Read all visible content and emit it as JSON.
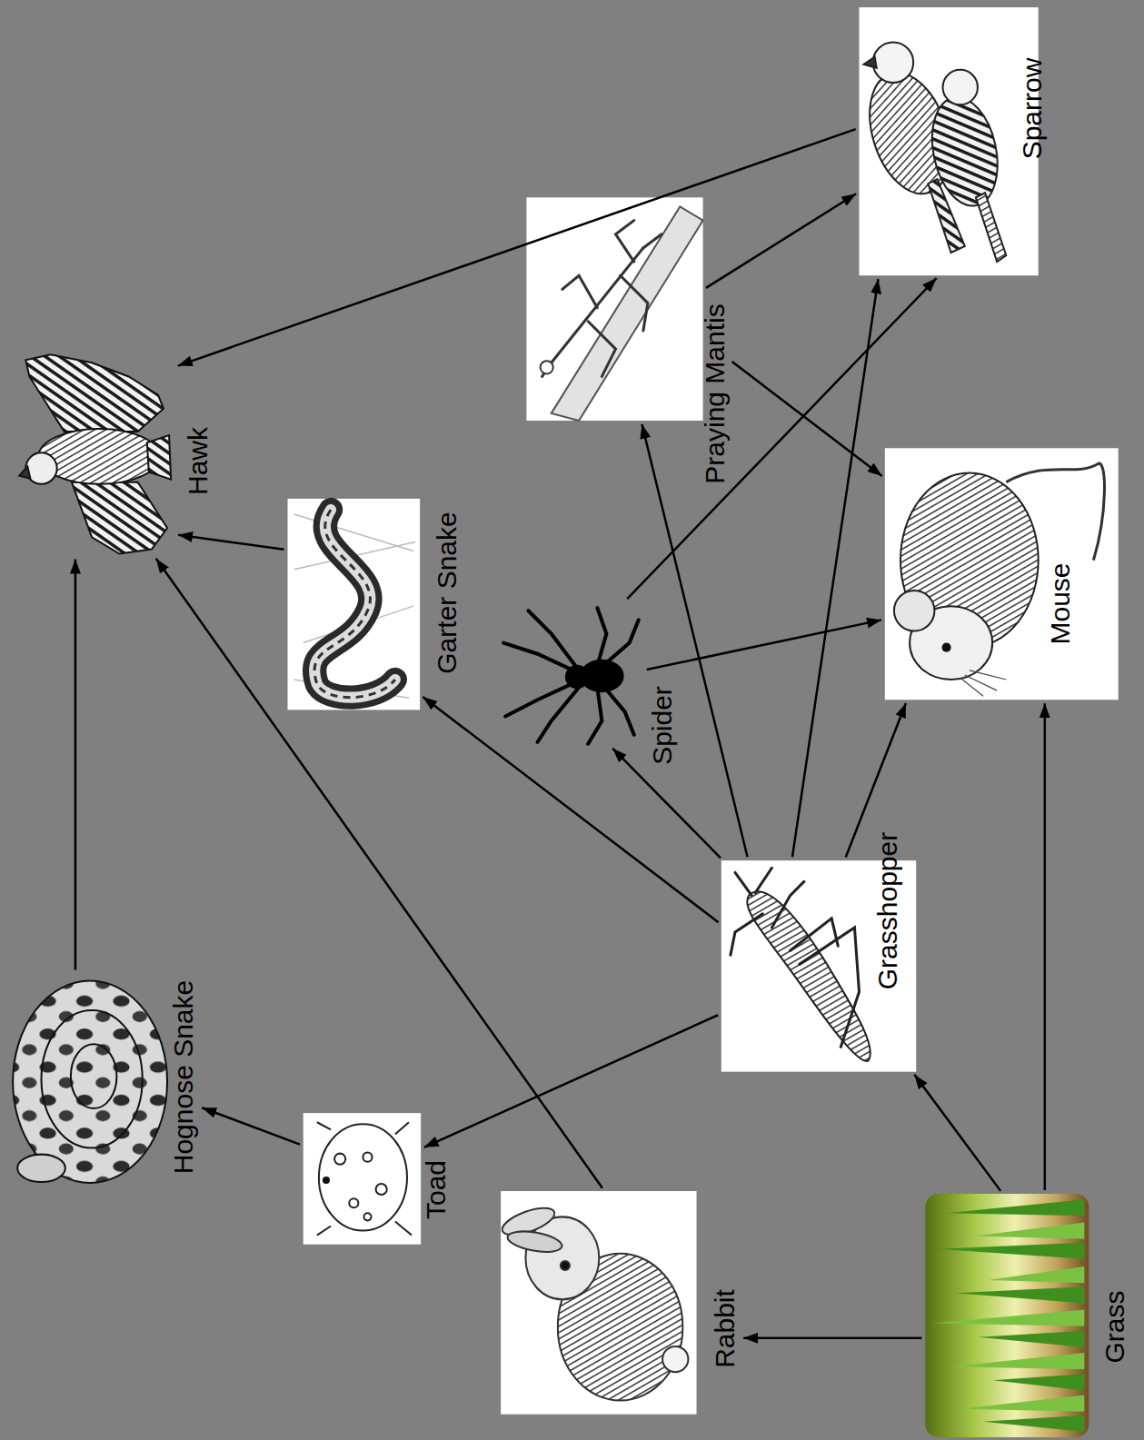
{
  "diagram": {
    "nodes": [
      {
        "text": [
          "Hawk"
        ]
      },
      {
        "text": [
          "Sparrow"
        ]
      },
      {
        "text": [
          "Praying Mantis"
        ]
      },
      {
        "text": [
          "Garter Snake"
        ]
      },
      {
        "text": [
          "Spider"
        ]
      },
      {
        "text": [
          "Mouse"
        ]
      },
      {
        "text": [
          "Hognose Snake"
        ]
      },
      {
        "text": [
          "Grasshopper"
        ]
      },
      {
        "text": [
          "Toad"
        ]
      },
      {
        "text": [
          "Rabbit"
        ]
      },
      {
        "text": [
          "Grass"
        ]
      }
    ],
    "edges": [
      {
        "from": 1,
        "to": 0,
        "arrow": "to"
      },
      {
        "from": 3,
        "to": 0,
        "arrow": "to"
      },
      {
        "from": 6,
        "to": 0,
        "arrow": "to"
      },
      {
        "from": 9,
        "to": 0,
        "arrow": "to"
      },
      {
        "from": 2,
        "to": 1,
        "arrow": "to"
      },
      {
        "from": 2,
        "to": 5,
        "arrow": "to"
      },
      {
        "from": 4,
        "to": 1,
        "arrow": "to"
      },
      {
        "from": 4,
        "to": 5,
        "arrow": "to"
      },
      {
        "from": 7,
        "to": 2,
        "arrow": "to"
      },
      {
        "from": 7,
        "to": 1,
        "arrow": "to"
      },
      {
        "from": 7,
        "to": 5,
        "arrow": "to"
      },
      {
        "from": 7,
        "to": 4,
        "arrow": "to"
      },
      {
        "from": 7,
        "to": 3,
        "arrow": "to"
      },
      {
        "from": 7,
        "to": 8,
        "arrow": "to"
      },
      {
        "from": 8,
        "to": 6,
        "arrow": "to"
      },
      {
        "from": 10,
        "to": 9,
        "arrow": "to"
      },
      {
        "from": 10,
        "to": 7,
        "arrow": "to"
      },
      {
        "from": 10,
        "to": 5,
        "arrow": "to"
      }
    ]
  }
}
